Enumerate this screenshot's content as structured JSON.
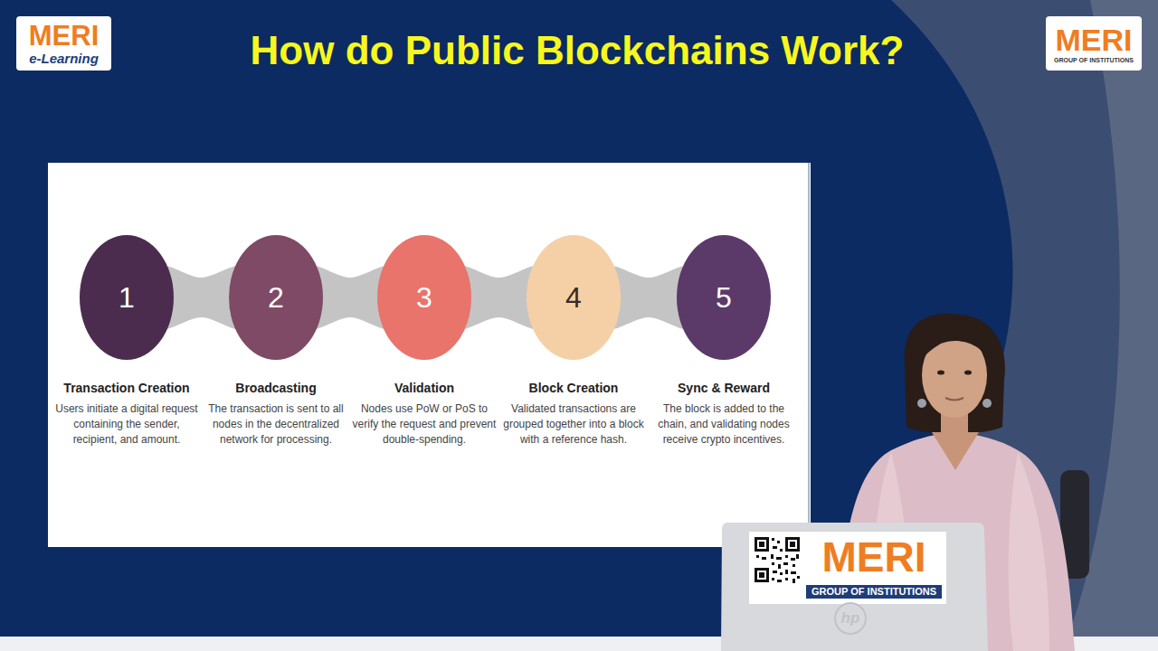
{
  "diagram": {
    "title": "How do Public Blockchains Work?",
    "nodes": [
      {
        "text": [
          "MERI",
          "e-Learning"
        ]
      },
      {
        "text": [
          "MERI",
          "GROUP OF INSTITUTIONS"
        ]
      },
      {
        "text": [
          "1",
          "Transaction Creation",
          "Users initiate a digital request containing the sender, recipient, and amount."
        ]
      },
      {
        "text": [
          "2",
          "Broadcasting",
          "The transaction is sent to all nodes in the decentralized network for processing."
        ]
      },
      {
        "text": [
          "3",
          "Validation",
          "Nodes use PoW or PoS to verify the request and prevent double-spending."
        ]
      },
      {
        "text": [
          "4",
          "Block Creation",
          "Validated transactions are grouped together into a block with a reference hash."
        ]
      },
      {
        "text": [
          "5",
          "Sync & Reward",
          "The block is added to the chain, and validating nodes receive crypto incentives."
        ]
      },
      {
        "text": [
          "MERI",
          "GROUP OF INSTITUTIONS"
        ]
      }
    ],
    "edges": [
      {
        "from": 2,
        "to": 3,
        "arrow": "none"
      },
      {
        "from": 3,
        "to": 4,
        "arrow": "none"
      },
      {
        "from": 4,
        "to": 5,
        "arrow": "none"
      },
      {
        "from": 5,
        "to": 6,
        "arrow": "none"
      }
    ],
    "labels": [
      "hp"
    ]
  }
}
